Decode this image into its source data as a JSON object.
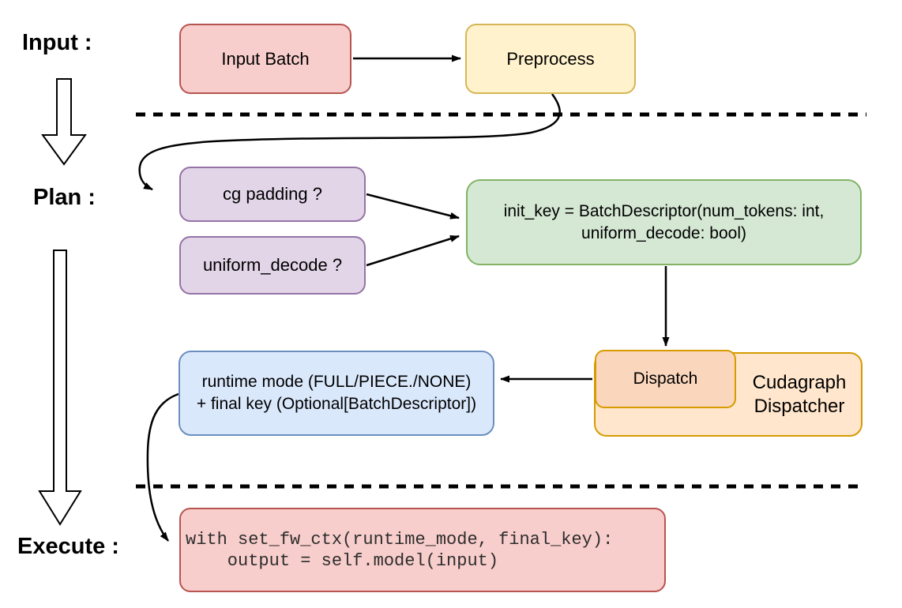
{
  "stage_labels": {
    "input": "Input :",
    "plan": "Plan :",
    "execute": "Execute :"
  },
  "nodes": {
    "input_batch": "Input Batch",
    "preprocess": "Preprocess",
    "cg_padding": "cg padding ?",
    "uniform_decode": "uniform_decode ?",
    "init_key_line1": "init_key = BatchDescriptor(num_tokens: int,",
    "init_key_line2": "uniform_decode: bool)",
    "runtime_mode_line1": "runtime mode (FULL/PIECE./NONE)",
    "runtime_mode_line2": "+ final key (Optional[BatchDescriptor])",
    "dispatch": "Dispatch",
    "cudagraph_line1": "Cudagraph",
    "cudagraph_line2": "Dispatcher",
    "execute_code_line1": "with set_fw_ctx(runtime_mode, final_key):",
    "execute_code_line2": "    output = self.model(input)"
  },
  "colors": {
    "pink_fill": "#F8CECC",
    "pink_border": "#B85450",
    "yellow_fill": "#FFF2CC",
    "yellow_border": "#D6B656",
    "purple_fill": "#E1D5E7",
    "purple_border": "#9673A6",
    "green_fill": "#D5E8D4",
    "green_border": "#82B366",
    "blue_fill": "#DAE8FC",
    "blue_border": "#6C8EBF",
    "orange_fill": "#FFE6CC",
    "orange_inner_fill": "#FAD6BD",
    "orange_border": "#D79B00",
    "connector": "#000000"
  }
}
